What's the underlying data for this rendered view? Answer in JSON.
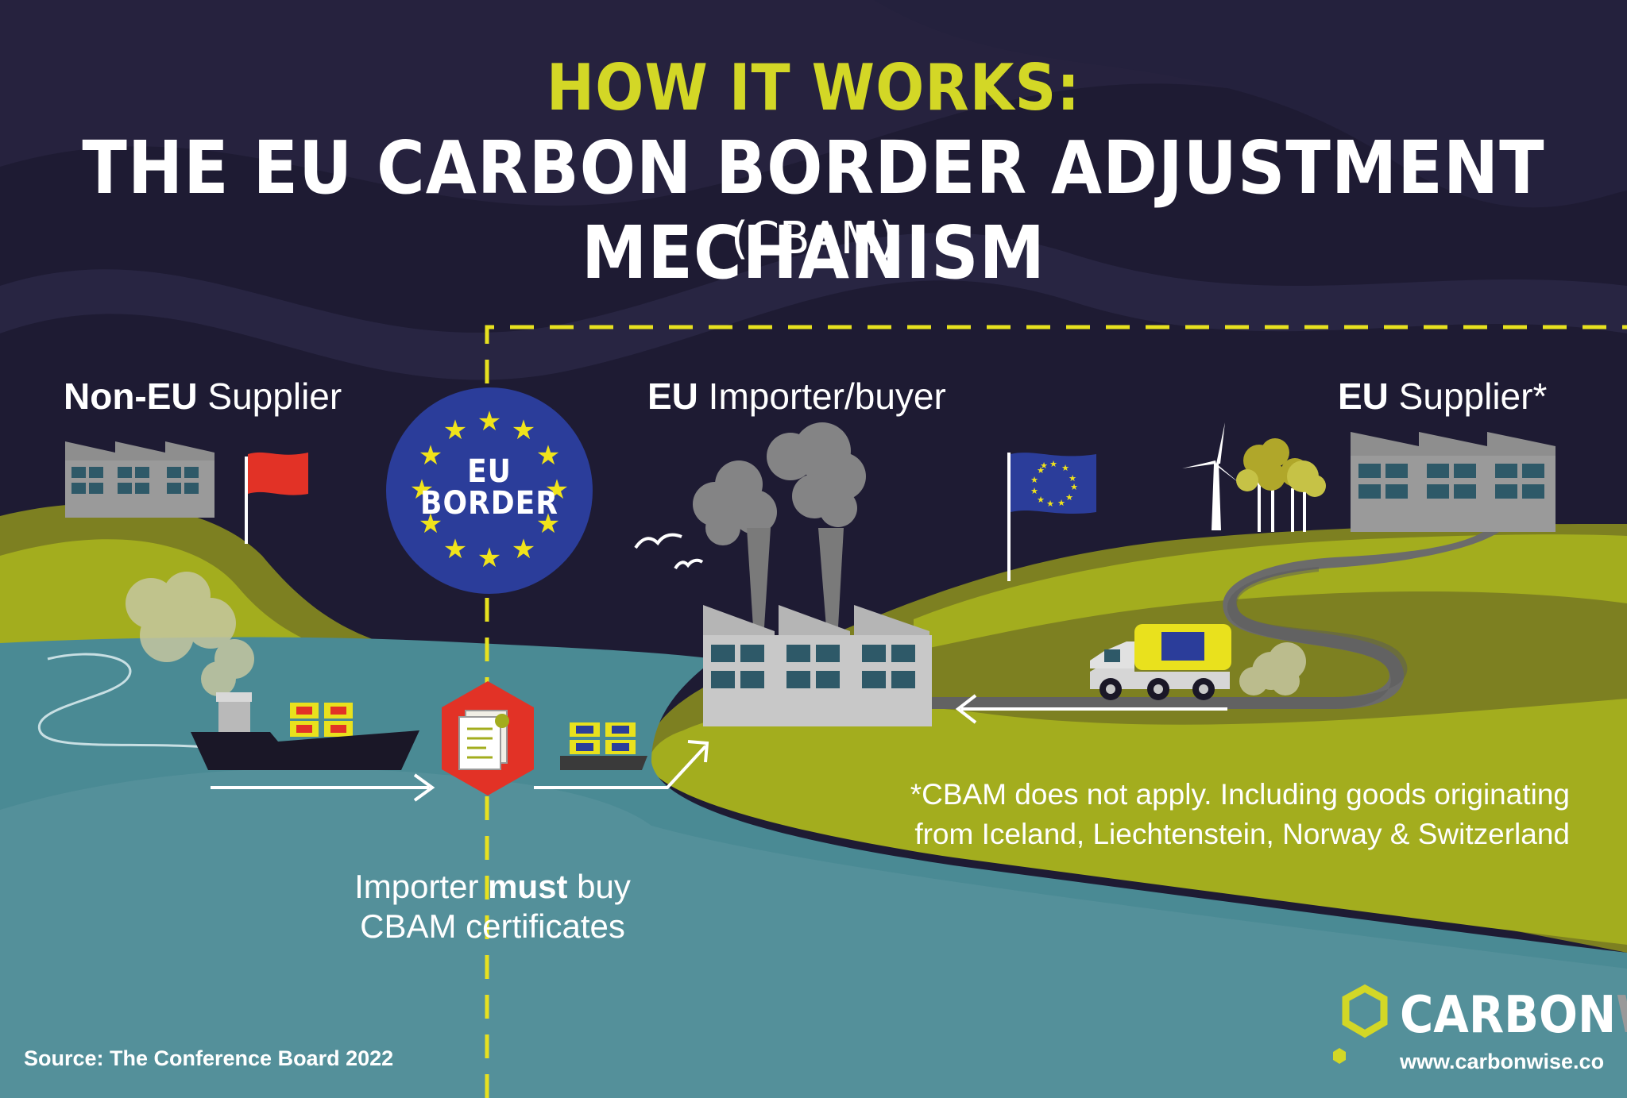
{
  "title": {
    "kicker": "HOW IT WORKS:",
    "main": "THE EU CARBON BORDER ADJUSTMENT MECHANISM",
    "abbr": "(CBAM)"
  },
  "labels": {
    "non_eu_supplier_bold": "Non-EU",
    "non_eu_supplier_rest": " Supplier",
    "eu_importer_bold": "EU",
    "eu_importer_rest": " Importer/buyer",
    "eu_supplier_bold": "EU",
    "eu_supplier_rest": " Supplier*"
  },
  "border_badge": {
    "line1": "EU",
    "line2": "BORDER"
  },
  "caption": {
    "pre": "Importer ",
    "bold": "must",
    "post": " buy",
    "line2": "CBAM certificates"
  },
  "note": {
    "line1": "*CBAM does not apply. Including goods originating",
    "line2": "from Iceland, Liechtenstein, Norway & Switzerland"
  },
  "source": "Source: The Conference Board 2022",
  "brand": {
    "name_part1": "CARBON",
    "name_part2": "WISE",
    "url": "www.carbonwise.co"
  },
  "colors": {
    "background": "#1e1b33",
    "accent_yellow": "#d3d726",
    "land_green": "#a3ad1e",
    "land_dark": "#7d8021",
    "water": "#4a8a94",
    "eu_blue": "#2b3d9a",
    "cert_red": "#e23226"
  },
  "icons": [
    "factory-icon",
    "red-flag-icon",
    "eu-flag-icon",
    "wind-turbine-icon",
    "tree-icon",
    "cargo-ship-icon",
    "barge-icon",
    "certificate-icon",
    "truck-icon",
    "arrow-icon",
    "carbonwise-logo-icon"
  ]
}
